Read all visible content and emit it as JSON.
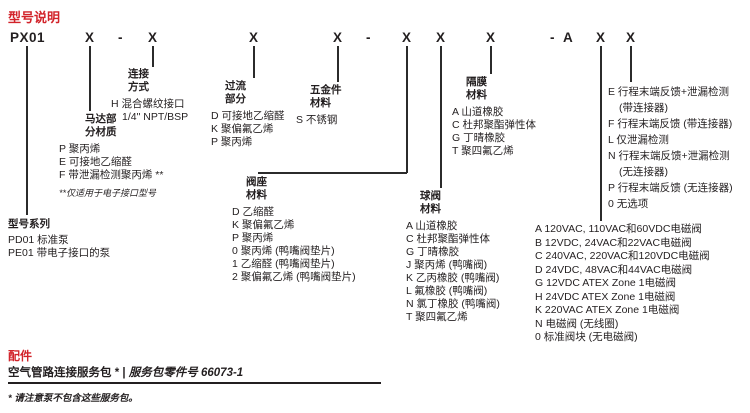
{
  "page": {
    "title": "型号说明",
    "accent_color": "#d2232a",
    "text_color": "#231f20"
  },
  "model_code": {
    "tokens": [
      "PX01",
      "X",
      "-",
      "X",
      "X",
      "X",
      "-",
      "X",
      "X",
      "X",
      "-",
      "A",
      "X",
      "X"
    ]
  },
  "groups": {
    "series": {
      "header": "型号系列",
      "items": [
        "PD01 标准泵",
        "PE01 带电子接口的泵"
      ]
    },
    "motor": {
      "header": [
        "马达部",
        "分材质"
      ],
      "items": [
        "P 聚丙烯",
        "E 可接地乙缩醛",
        "F 带泄漏检测聚丙烯 **"
      ],
      "note": "**仅适用于电子接口型号"
    },
    "connection": {
      "header": [
        "连接",
        "方式"
      ],
      "items": [
        "H 混合螺纹接口",
        "1/4\" NPT/BSP"
      ]
    },
    "wetted": {
      "header": [
        "过流",
        "部分"
      ],
      "items": [
        "D 可接地乙缩醛",
        "K 聚偏氟乙烯",
        "P 聚丙烯"
      ]
    },
    "hardware": {
      "header": [
        "五金件",
        "材料"
      ],
      "items": [
        "S 不锈钢"
      ]
    },
    "seat": {
      "header": [
        "阀座",
        "材料"
      ],
      "items": [
        "D 乙缩醛",
        "K 聚偏氟乙烯",
        "P 聚丙烯",
        "0 聚丙烯 (鸭嘴阀垫片)",
        "1 乙缩醛 (鸭嘴阀垫片)",
        "2 聚偏氟乙烯 (鸭嘴阀垫片)"
      ]
    },
    "ball": {
      "header": [
        "球阀",
        "材料"
      ],
      "items": [
        "A 山道橡胶",
        "C 杜邦聚酯弹性体",
        "G 丁晴橡胶",
        "J 聚丙烯 (鸭嘴阀)",
        "K 乙丙橡胶 (鸭嘴阀)",
        "L 氟橡胶 (鸭嘴阀)",
        "N 氯丁橡胶 (鸭嘴阀)",
        "T 聚四氟乙烯"
      ]
    },
    "diaphragm": {
      "header": [
        "隔膜",
        "材料"
      ],
      "items": [
        "A 山道橡胶",
        "C 杜邦聚酯弹性体",
        "G 丁晴橡胶",
        "T 聚四氟乙烯"
      ]
    },
    "feedback": {
      "items": [
        "E 行程末端反馈+泄漏检测",
        "(带连接器)",
        "F 行程末端反馈 (带连接器)",
        "L 仅泄漏检测",
        "N 行程末端反馈+泄漏检测",
        "(无连接器)",
        "P 行程末端反馈 (无连接器)",
        "0 无选项"
      ]
    },
    "solenoid": {
      "items": [
        "A 120VAC, 110VAC和60VDC电磁阀",
        "B 12VDC, 24VAC和22VAC电磁阀",
        "C 240VAC, 220VAC和120VDC电磁阀",
        "D 24VDC, 48VAC和44VAC电磁阀",
        "G 12VDC ATEX Zone 1电磁阀",
        "H 24VDC ATEX Zone 1电磁阀",
        "K 220VAC ATEX Zone 1电磁阀",
        "N 电磁阀 (无线圈)",
        "0 标准阀块 (无电磁阀)"
      ]
    }
  },
  "accessories": {
    "heading": "配件",
    "service_pack": "空气管路连接服务包 *",
    "divider": "|",
    "part_number_label": "服务包零件号 66073-1",
    "footnote": "* 请注意泵不包含这些服务包。"
  }
}
